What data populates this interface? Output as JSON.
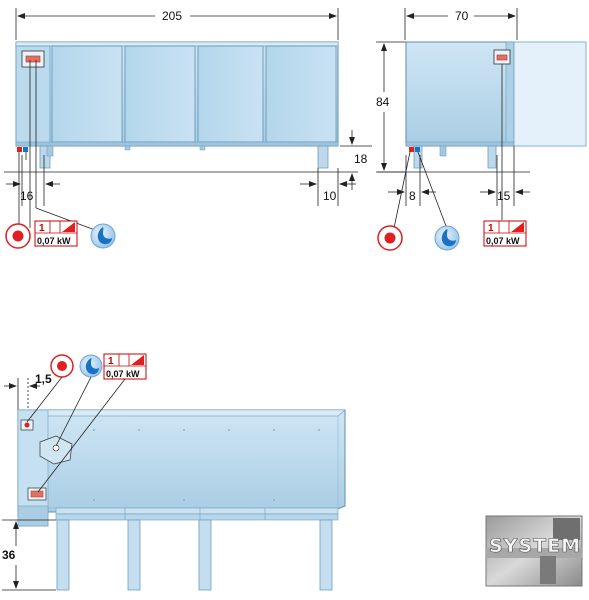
{
  "dimensions": {
    "front_width": "205",
    "front_left_offset": "16",
    "front_right_offset": "10",
    "front_leg_height": "18",
    "side_depth": "70",
    "side_height": "84",
    "side_left_offset": "8",
    "side_right_offset": "15",
    "rear_offset": "1,5",
    "rear_leg_height": "36"
  },
  "connection_tags": {
    "count_label": "1",
    "power_label": "0,07 kW"
  },
  "logo": {
    "text": "SYSTEM"
  },
  "colors": {
    "panel_fill": "#bfdcee",
    "panel_edge": "#6d9fbe",
    "electric_red": "#e02020",
    "water_blue": "#1a73c2",
    "dimension_line": "#222222"
  },
  "icons": [
    "electric-connection-icon",
    "water-drain-icon",
    "power-rating-tag-icon"
  ]
}
